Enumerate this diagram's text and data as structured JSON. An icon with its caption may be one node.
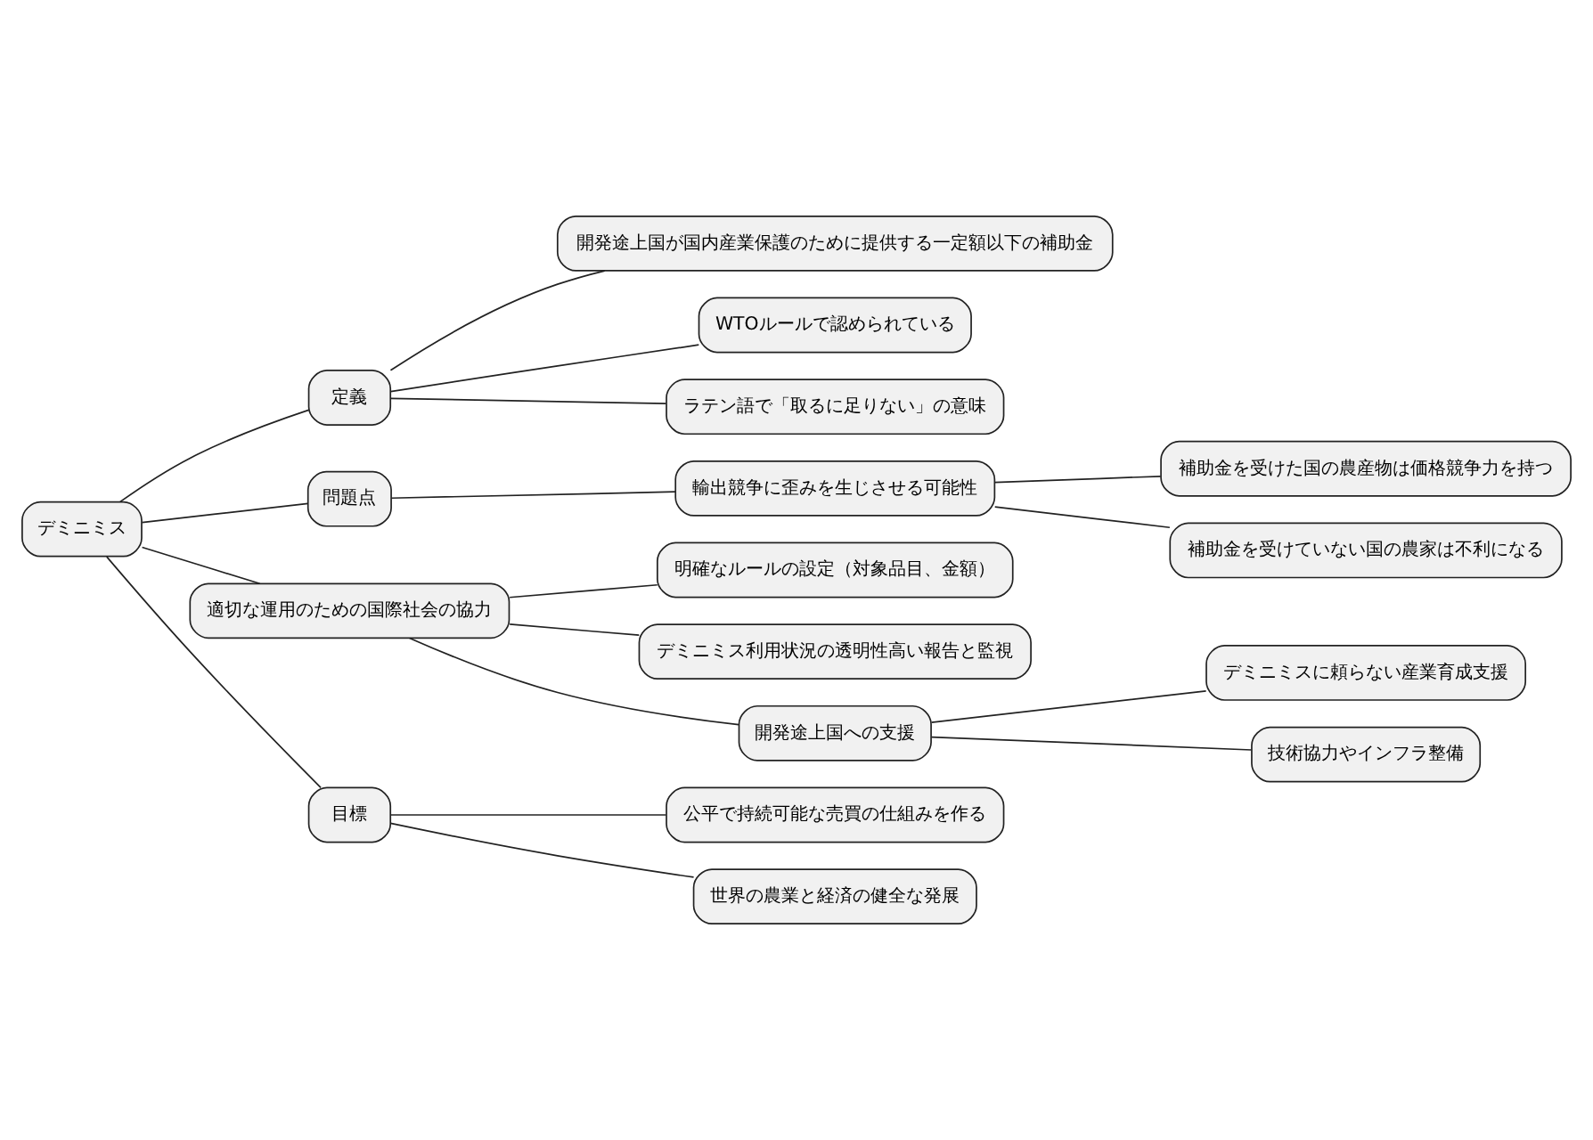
{
  "diagram": {
    "nodes": [
      {
        "text": [
          "デミニミス"
        ]
      },
      {
        "text": [
          "定義"
        ]
      },
      {
        "text": [
          "開発途上国が国内産業保護のために提供する一定額以下の補助金"
        ]
      },
      {
        "text": [
          "WTOルールで認められている"
        ]
      },
      {
        "text": [
          "ラテン語で「取るに足りない」の意味"
        ]
      },
      {
        "text": [
          "問題点"
        ]
      },
      {
        "text": [
          "輸出競争に歪みを生じさせる可能性"
        ]
      },
      {
        "text": [
          "補助金を受けた国の農産物は価格競争力を持つ"
        ]
      },
      {
        "text": [
          "補助金を受けていない国の農家は不利になる"
        ]
      },
      {
        "text": [
          "適切な運用のための国際社会の協力"
        ]
      },
      {
        "text": [
          "明確なルールの設定（対象品目、金額）"
        ]
      },
      {
        "text": [
          "デミニミス利用状況の透明性高い報告と監視"
        ]
      },
      {
        "text": [
          "開発途上国への支援"
        ]
      },
      {
        "text": [
          "デミニミスに頼らない産業育成支援"
        ]
      },
      {
        "text": [
          "技術協力やインフラ整備"
        ]
      },
      {
        "text": [
          "目標"
        ]
      },
      {
        "text": [
          "公平で持続可能な売買の仕組みを作る"
        ]
      },
      {
        "text": [
          "世界の農業と経済の健全な発展"
        ]
      }
    ],
    "edges": [
      {
        "from": 0,
        "to": 1,
        "arrow": "none"
      },
      {
        "from": 1,
        "to": 2,
        "arrow": "none"
      },
      {
        "from": 1,
        "to": 3,
        "arrow": "none"
      },
      {
        "from": 1,
        "to": 4,
        "arrow": "none"
      },
      {
        "from": 0,
        "to": 5,
        "arrow": "none"
      },
      {
        "from": 5,
        "to": 6,
        "arrow": "none"
      },
      {
        "from": 6,
        "to": 7,
        "arrow": "none"
      },
      {
        "from": 6,
        "to": 8,
        "arrow": "none"
      },
      {
        "from": 0,
        "to": 9,
        "arrow": "none"
      },
      {
        "from": 9,
        "to": 10,
        "arrow": "none"
      },
      {
        "from": 9,
        "to": 11,
        "arrow": "none"
      },
      {
        "from": 9,
        "to": 12,
        "arrow": "none"
      },
      {
        "from": 12,
        "to": 13,
        "arrow": "none"
      },
      {
        "from": 12,
        "to": 14,
        "arrow": "none"
      },
      {
        "from": 0,
        "to": 15,
        "arrow": "none"
      },
      {
        "from": 15,
        "to": 16,
        "arrow": "none"
      },
      {
        "from": 15,
        "to": 17,
        "arrow": "none"
      }
    ]
  }
}
